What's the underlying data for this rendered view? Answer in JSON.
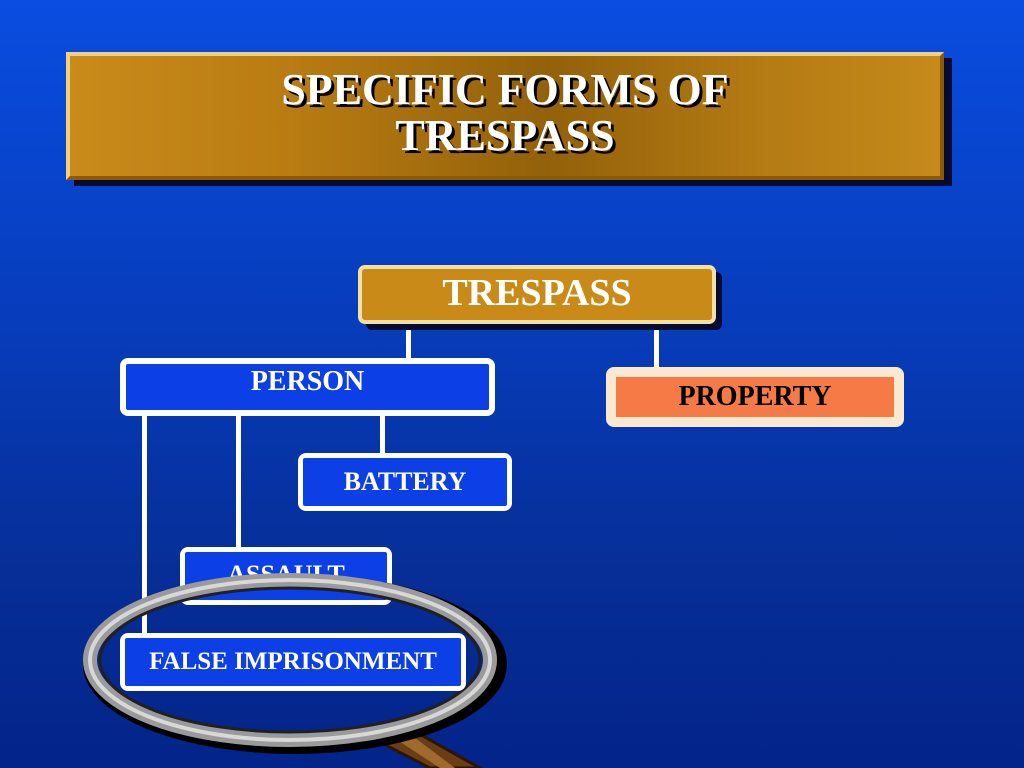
{
  "title": {
    "line1": "SPECIFIC FORMS OF",
    "line2": "TRESPASS"
  },
  "diagram": {
    "root": "TRESPASS",
    "branches": {
      "person": "PERSON",
      "property": "PROPERTY"
    },
    "person_children": {
      "battery": "BATTERY",
      "assault": "ASSAULT",
      "false_imprisonment": "FALSE IMPRISONMENT"
    }
  },
  "colors": {
    "background": "#0a4de0",
    "title_gold": "#b97c12",
    "node_gold": "#c98a17",
    "node_blue": "#0c3fe6",
    "property_fill": "#f57a45",
    "property_border": "#fbe9cf"
  },
  "icons": {
    "magnifier": "magnifying-glass-icon"
  }
}
